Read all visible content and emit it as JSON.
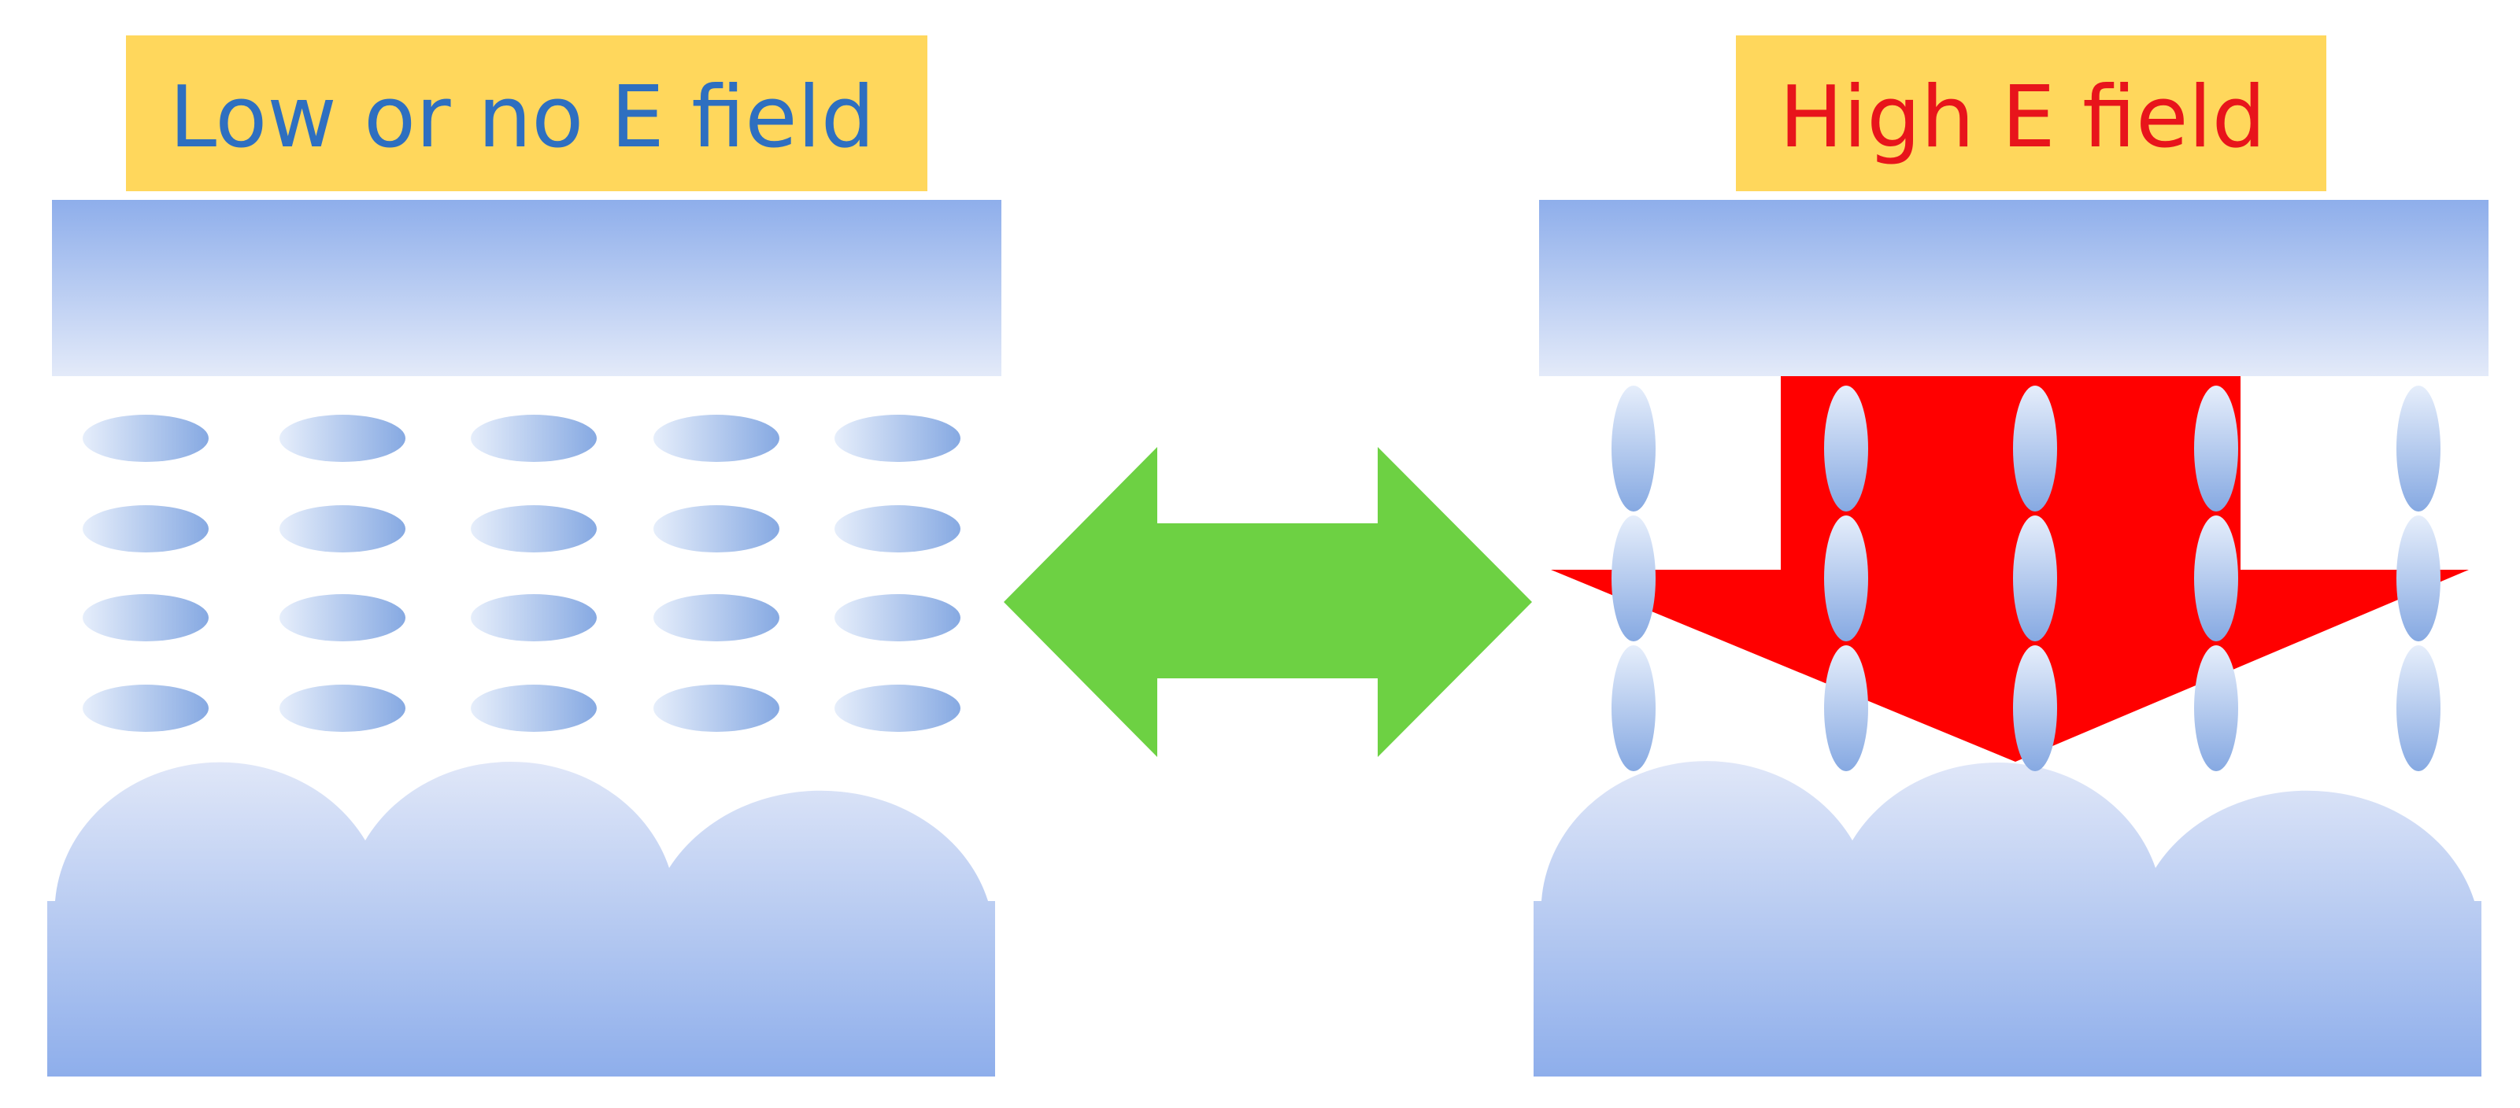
{
  "left_panel": {
    "label": "Low or no E field",
    "label_color": "#2E6FC0"
  },
  "right_panel": {
    "label": "High E field",
    "label_color": "#E8141B"
  },
  "colors": {
    "label_background": "#FFD75C",
    "electrode_top": "#8EAEEB",
    "electrode_bottom": "#DDE6F8",
    "field_arrow": "#FF0000",
    "switch_arrow": "#6DD143",
    "molecule_light": "#E6EEFB",
    "molecule_dark": "#86A9E2"
  },
  "icons": {
    "field_arrow": "down-arrow",
    "switch_arrow": "double-headed-arrow"
  }
}
